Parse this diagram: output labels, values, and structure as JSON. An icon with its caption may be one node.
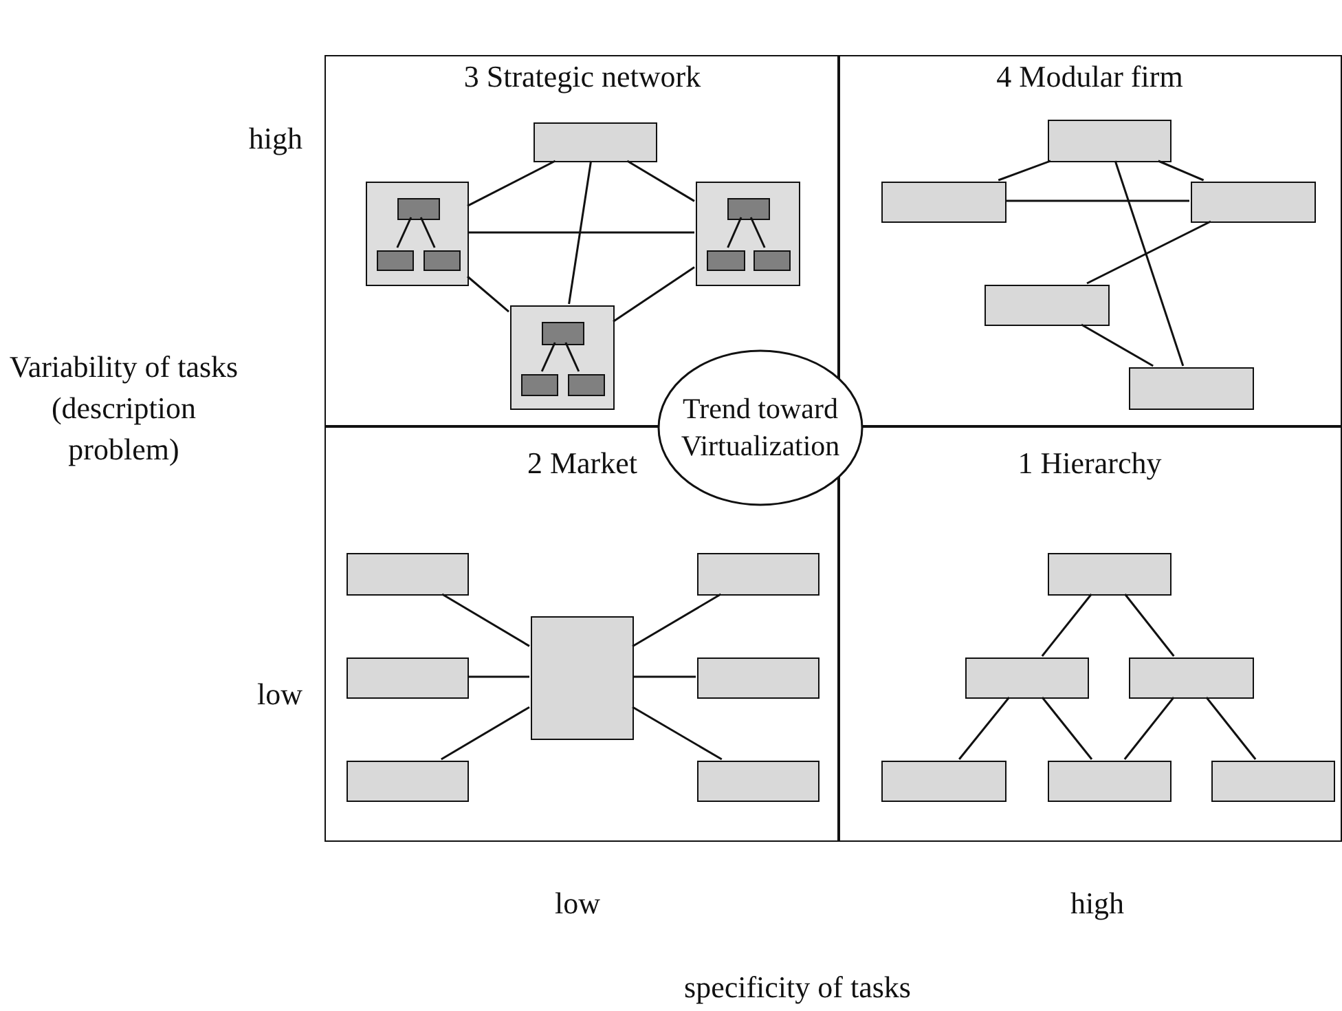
{
  "diagram": {
    "nodes": [
      {
        "text": [
          "3 Strategic network"
        ]
      },
      {
        "text": [],
        "shape": "box",
        "in": 0
      },
      {
        "text": [],
        "shape": "box",
        "in": 0
      },
      {
        "text": [],
        "shape": "box",
        "in": 2
      },
      {
        "text": [],
        "shape": "box",
        "in": 2
      },
      {
        "text": [],
        "shape": "box",
        "in": 2
      },
      {
        "text": [],
        "shape": "box",
        "in": 0
      },
      {
        "text": [],
        "shape": "box",
        "in": 6
      },
      {
        "text": [],
        "shape": "box",
        "in": 6
      },
      {
        "text": [],
        "shape": "box",
        "in": 6
      },
      {
        "text": [],
        "shape": "box",
        "in": 0
      },
      {
        "text": [],
        "shape": "box",
        "in": 10
      },
      {
        "text": [],
        "shape": "box",
        "in": 10
      },
      {
        "text": [],
        "shape": "box",
        "in": 10
      },
      {
        "text": [
          "4 Modular firm"
        ]
      },
      {
        "text": [],
        "shape": "box",
        "in": 14
      },
      {
        "text": [],
        "shape": "box",
        "in": 14
      },
      {
        "text": [],
        "shape": "box",
        "in": 14
      },
      {
        "text": [],
        "shape": "box",
        "in": 14
      },
      {
        "text": [],
        "shape": "box",
        "in": 14
      },
      {
        "text": [
          "Trend toward Virtualization"
        ]
      },
      {
        "text": [
          "2 Market"
        ]
      },
      {
        "text": [],
        "shape": "box",
        "in": 21
      },
      {
        "text": [],
        "shape": "box",
        "in": 21
      },
      {
        "text": [],
        "shape": "box",
        "in": 21
      },
      {
        "text": [],
        "shape": "box",
        "in": 21
      },
      {
        "text": [],
        "shape": "box",
        "in": 21
      },
      {
        "text": [],
        "shape": "box",
        "in": 21
      },
      {
        "text": [],
        "shape": "box",
        "in": 21
      },
      {
        "text": [
          "1 Hierarchy"
        ]
      },
      {
        "text": [],
        "shape": "box",
        "in": 29
      },
      {
        "text": [],
        "shape": "box",
        "in": 29
      },
      {
        "text": [],
        "shape": "box",
        "in": 29
      },
      {
        "text": [],
        "shape": "box",
        "in": 29
      },
      {
        "text": [],
        "shape": "box",
        "in": 29
      },
      {
        "text": [],
        "shape": "box",
        "in": 29
      }
    ],
    "edges": [
      {
        "from": 1,
        "to": 2,
        "arrow": "none"
      },
      {
        "from": 1,
        "to": 6,
        "arrow": "none"
      },
      {
        "from": 1,
        "to": 10,
        "arrow": "none"
      },
      {
        "from": 2,
        "to": 6,
        "arrow": "none"
      },
      {
        "from": 2,
        "to": 10,
        "arrow": "none"
      },
      {
        "from": 6,
        "to": 10,
        "arrow": "none"
      },
      {
        "from": 3,
        "to": 4,
        "arrow": "none"
      },
      {
        "from": 3,
        "to": 5,
        "arrow": "none"
      },
      {
        "from": 7,
        "to": 8,
        "arrow": "none"
      },
      {
        "from": 7,
        "to": 9,
        "arrow": "none"
      },
      {
        "from": 11,
        "to": 12,
        "arrow": "none"
      },
      {
        "from": 11,
        "to": 13,
        "arrow": "none"
      },
      {
        "from": 15,
        "to": 16,
        "arrow": "none"
      },
      {
        "from": 15,
        "to": 17,
        "arrow": "none"
      },
      {
        "from": 16,
        "to": 17,
        "arrow": "none"
      },
      {
        "from": 15,
        "to": 19,
        "arrow": "none"
      },
      {
        "from": 18,
        "to": 17,
        "arrow": "none"
      },
      {
        "from": 18,
        "to": 19,
        "arrow": "none"
      },
      {
        "from": 22,
        "to": 25,
        "arrow": "none"
      },
      {
        "from": 23,
        "to": 25,
        "arrow": "none"
      },
      {
        "from": 24,
        "to": 25,
        "arrow": "none"
      },
      {
        "from": 25,
        "to": 26,
        "arrow": "none"
      },
      {
        "from": 25,
        "to": 27,
        "arrow": "none"
      },
      {
        "from": 25,
        "to": 28,
        "arrow": "none"
      },
      {
        "from": 30,
        "to": 31,
        "arrow": "none"
      },
      {
        "from": 30,
        "to": 32,
        "arrow": "none"
      },
      {
        "from": 31,
        "to": 33,
        "arrow": "none"
      },
      {
        "from": 31,
        "to": 34,
        "arrow": "none"
      },
      {
        "from": 32,
        "to": 34,
        "arrow": "none"
      },
      {
        "from": 32,
        "to": 35,
        "arrow": "none"
      }
    ],
    "labels": [
      "high",
      "Variability of tasks (description problem)",
      "low",
      "low",
      "high",
      "specificity of tasks"
    ]
  }
}
